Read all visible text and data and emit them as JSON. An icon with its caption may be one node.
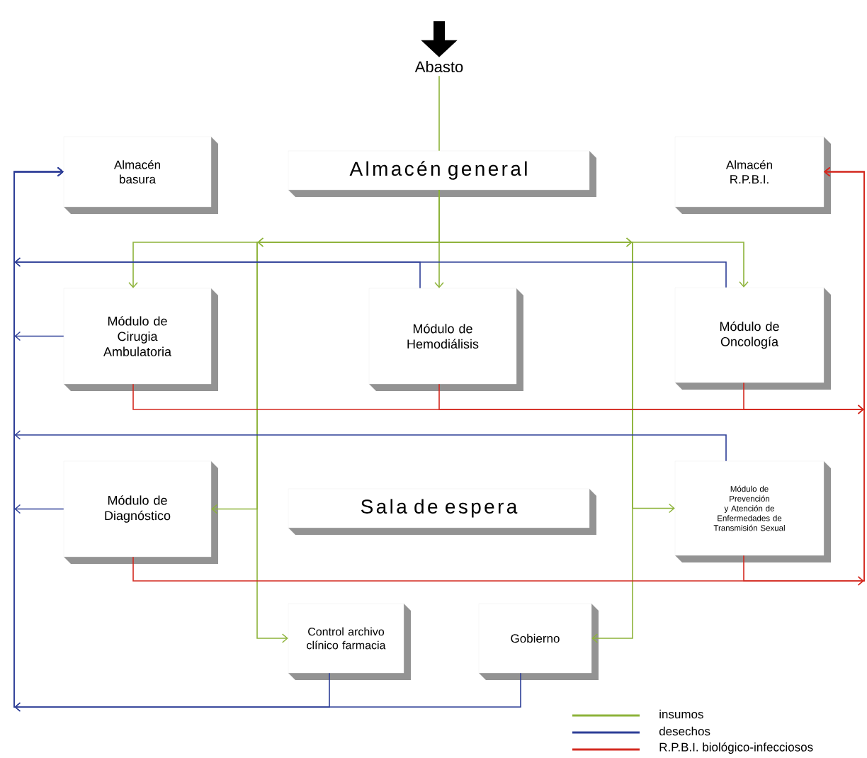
{
  "diagram": {
    "nodes": [
      {
        "text": [
          "Abasto"
        ]
      },
      {
        "text": [
          "Almacén general"
        ]
      },
      {
        "text": [
          "Almacén basura"
        ]
      },
      {
        "text": [
          "Almacén R.P.B.I."
        ]
      },
      {
        "text": [
          "Módulo de Cirugia Ambulatoria"
        ]
      },
      {
        "text": [
          "Módulo de Hemodiálisis"
        ]
      },
      {
        "text": [
          "Módulo de Oncología"
        ]
      },
      {
        "text": [
          "Módulo de Diagnóstico"
        ]
      },
      {
        "text": [
          "Sala de espera"
        ]
      },
      {
        "text": [
          "Módulo de Prevención y Atención de Enfermedades de Transmisión Sexual"
        ]
      },
      {
        "text": [
          "Control archivo clínico farmacia"
        ]
      },
      {
        "text": [
          "Gobierno"
        ]
      }
    ],
    "edges": [
      {
        "from": null,
        "to": 0,
        "arrow": "to",
        "style": "thick",
        "color": "#000000"
      },
      {
        "from": 0,
        "to": 1,
        "arrow": "none"
      },
      {
        "from": 1,
        "to": 4,
        "arrow": "to"
      },
      {
        "from": 1,
        "to": 5,
        "arrow": "to"
      },
      {
        "from": 1,
        "to": 6,
        "arrow": "to"
      },
      {
        "from": 1,
        "to": 7,
        "arrow": "to"
      },
      {
        "from": 1,
        "to": 9,
        "arrow": "to"
      },
      {
        "from": 1,
        "to": 10,
        "arrow": "to"
      },
      {
        "from": 1,
        "to": 11,
        "arrow": "to"
      },
      {
        "from": 4,
        "to": 2,
        "arrow": "to",
        "color": "#2e3f97"
      },
      {
        "from": 5,
        "to": 2,
        "arrow": "to",
        "color": "#2e3f97"
      },
      {
        "from": 6,
        "to": 2,
        "arrow": "to",
        "color": "#2e3f97"
      },
      {
        "from": 7,
        "to": 2,
        "arrow": "to",
        "color": "#2e3f97"
      },
      {
        "from": 9,
        "to": 2,
        "arrow": "to",
        "color": "#2e3f97"
      },
      {
        "from": 10,
        "to": 2,
        "arrow": "to",
        "color": "#2e3f97"
      },
      {
        "from": 11,
        "to": 2,
        "arrow": "to",
        "color": "#2e3f97"
      },
      {
        "from": 4,
        "to": 3,
        "arrow": "to",
        "color": "#d42a20"
      },
      {
        "from": 5,
        "to": 3,
        "arrow": "to",
        "color": "#d42a20"
      },
      {
        "from": 6,
        "to": 3,
        "arrow": "to",
        "color": "#d42a20"
      },
      {
        "from": 7,
        "to": 3,
        "arrow": "to",
        "color": "#d42a20"
      },
      {
        "from": 9,
        "to": 3,
        "arrow": "to",
        "color": "#d42a20"
      }
    ],
    "legend": [
      {
        "text": "insumos",
        "color": "#8db33a"
      },
      {
        "text": "desechos",
        "color": "#2e3f97"
      },
      {
        "text": "R.P.B.I. biológico-infecciosos",
        "color": "#d42a20"
      }
    ]
  }
}
